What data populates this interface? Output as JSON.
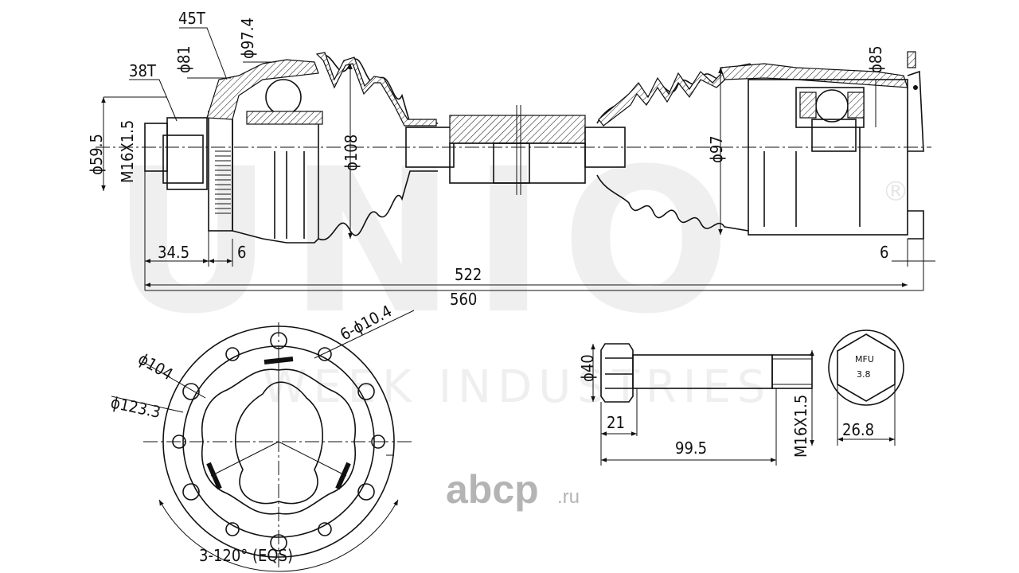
{
  "watermark": {
    "brand": "UNIO",
    "registered": "®",
    "subtitle": "WEEK INDUSTRIES"
  },
  "site_logo": {
    "name": "abcp",
    "tld": ".ru"
  },
  "shaft_dimensions": {
    "outer_spline_teeth": "38T",
    "abs_ring_teeth": "45T",
    "dia_81": "ϕ81",
    "dia_97_4": "ϕ97.4",
    "dia_59_5": "ϕ59.5",
    "thread_outer": "M16X1.5",
    "dia_108": "ϕ108",
    "dia_97": "ϕ97",
    "dia_85": "ϕ85",
    "len_34_5": "34.5",
    "len_6_left": "6",
    "len_6_right": "6",
    "len_522": "522",
    "len_560": "560"
  },
  "flange_dimensions": {
    "bolt_holes": "6-ϕ10.4",
    "dia_104": "ϕ104",
    "dia_123_3": "ϕ123.3",
    "angle": "3-120° (EQS)"
  },
  "bolt_dimensions": {
    "head_dia": "ϕ40",
    "head_len": "21",
    "total_len": "99.5",
    "thread": "M16X1.5",
    "across_flats": "26.8",
    "head_mark_top": "MFU",
    "head_mark_bottom": "3.8"
  }
}
